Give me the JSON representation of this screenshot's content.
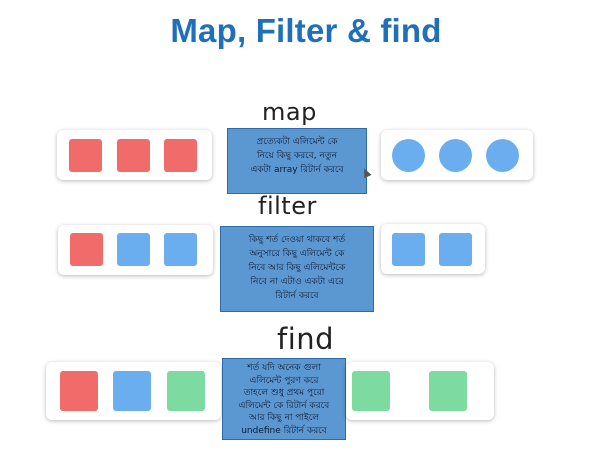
{
  "title": "Map, Filter & find",
  "colors": {
    "red": "#f26b6b",
    "blue": "#6aaef0",
    "green": "#7ddba2",
    "note_bg": "#5b97d1",
    "title": "#1f6fba"
  },
  "map": {
    "label": "map",
    "input": [
      "red",
      "red",
      "red"
    ],
    "output": [
      "blue",
      "blue",
      "blue"
    ],
    "note": [
      "প্রত্যেকটা এলিমেন্ট কে",
      "নিয়ে কিছু করবে, নতুন",
      "একটা array রিটার্ন করবে"
    ]
  },
  "filter": {
    "label": "filter",
    "input": [
      "red",
      "blue",
      "blue"
    ],
    "output": [
      "blue",
      "blue"
    ],
    "note": [
      "কিছু শর্ত দেওয়া থাকবে শর্ত",
      "অনুসারে কিছু এলিমেন্ট কে",
      "নিবে আর কিছু এলিমেন্টকে",
      "নিবে না এটাও একটা এরে",
      "রিটার্ন করবে"
    ]
  },
  "find": {
    "label": "find",
    "input": [
      "red",
      "blue",
      "green"
    ],
    "output": [
      "green",
      "green"
    ],
    "note": [
      "শর্ত যদি অনেক গুলা",
      "এলিমেন্ট পুরণ করে",
      "তাহলে শুধু প্রথম পুরো",
      "এলিমেন্ট কে রিটার্ন করবে",
      "আর কিছু না পাইলে",
      "undefine রিটার্ন করবে"
    ]
  }
}
